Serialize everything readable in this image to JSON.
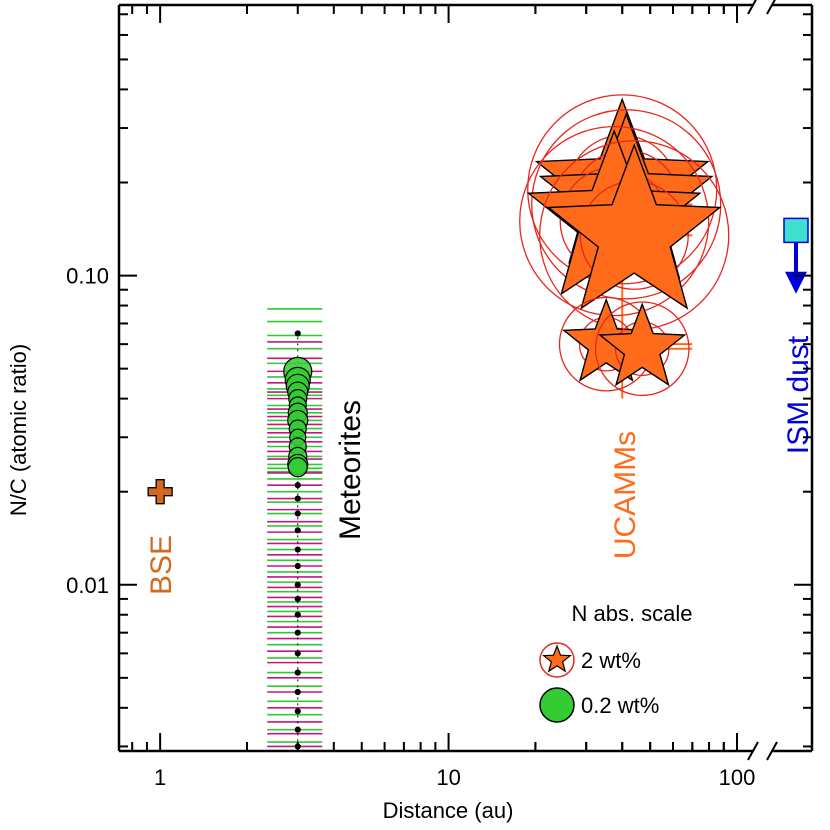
{
  "chart_data": {
    "type": "scatter",
    "xlabel": "Distance (au)",
    "ylabel": "N/C (atomic ratio)",
    "xscale": "log",
    "yscale": "log",
    "xlim": [
      0.72,
      100
    ],
    "ylim": [
      0.0029,
      0.75
    ],
    "x_ticks": [
      {
        "value": 1,
        "label": "1"
      },
      {
        "value": 10,
        "label": "10"
      },
      {
        "value": 100,
        "label": "100"
      }
    ],
    "y_ticks": [
      {
        "value": 0.01,
        "label": "0.01"
      },
      {
        "value": 0.1,
        "label": "0.10"
      }
    ],
    "axis_break_right": true,
    "colors": {
      "bse": "#d2691e",
      "meteorites_green": "#2ecc2e",
      "meteorites_magenta": "#c71585",
      "meteorite_marker": "#33cc33",
      "ucamm": "#ff6b1a",
      "ucamm_circle": "#e8251e",
      "ism_fill": "#40e0d0",
      "ism_arrow": "#0000dd"
    },
    "groups": [
      {
        "name": "BSE",
        "label_color": "#d2691e"
      },
      {
        "name": "Meteorites",
        "label_color": "#000000"
      },
      {
        "name": "UCAMMs",
        "label_color": "#ff6b1a"
      },
      {
        "name": "ISM dust",
        "label_color": "#0000dd"
      }
    ],
    "bse": {
      "x": 1,
      "y": 0.02,
      "marker": "plus"
    },
    "meteorites": {
      "x": 3,
      "x_min": 2.35,
      "x_max": 3.65,
      "green_lines": [
        0.078,
        0.071,
        0.064,
        0.058,
        0.052,
        0.047,
        0.043,
        0.041,
        0.038,
        0.036,
        0.034,
        0.032,
        0.03,
        0.028,
        0.026,
        0.0245,
        0.0238,
        0.0232,
        0.022,
        0.02,
        0.0185,
        0.017,
        0.0155,
        0.014,
        0.013,
        0.012,
        0.011,
        0.0102,
        0.0095,
        0.0088,
        0.0082,
        0.0076,
        0.007,
        0.0064,
        0.0058,
        0.0052,
        0.0047,
        0.0042,
        0.0038,
        0.0034,
        0.0031
      ],
      "magenta_lines": [
        0.061,
        0.054,
        0.049,
        0.045,
        0.042,
        0.04,
        0.037,
        0.035,
        0.033,
        0.031,
        0.029,
        0.027,
        0.0255,
        0.023,
        0.021,
        0.019,
        0.0175,
        0.016,
        0.0148,
        0.0136,
        0.0125,
        0.0115,
        0.0106,
        0.0098,
        0.0091,
        0.0085,
        0.0079,
        0.0073,
        0.0067,
        0.0061,
        0.0056,
        0.005,
        0.0045,
        0.004,
        0.0036,
        0.0033,
        0.003,
        0.0029
      ],
      "points": [
        {
          "y": 0.065,
          "size": 0.1
        },
        {
          "y": 0.049,
          "size": 1.0
        },
        {
          "y": 0.046,
          "size": 0.85
        },
        {
          "y": 0.044,
          "size": 0.75
        },
        {
          "y": 0.042,
          "size": 0.6
        },
        {
          "y": 0.04,
          "size": 0.5
        },
        {
          "y": 0.038,
          "size": 0.45
        },
        {
          "y": 0.036,
          "size": 0.55
        },
        {
          "y": 0.034,
          "size": 0.6
        },
        {
          "y": 0.032,
          "size": 0.45
        },
        {
          "y": 0.03,
          "size": 0.4
        },
        {
          "y": 0.028,
          "size": 0.45
        },
        {
          "y": 0.026,
          "size": 0.5
        },
        {
          "y": 0.0245,
          "size": 0.6
        },
        {
          "y": 0.024,
          "size": 0.55
        },
        {
          "y": 0.021,
          "size": 0.1
        },
        {
          "y": 0.019,
          "size": 0.1
        },
        {
          "y": 0.017,
          "size": 0.1
        },
        {
          "y": 0.015,
          "size": 0.1
        },
        {
          "y": 0.013,
          "size": 0.1
        },
        {
          "y": 0.0115,
          "size": 0.1
        },
        {
          "y": 0.01,
          "size": 0.1
        },
        {
          "y": 0.009,
          "size": 0.1
        },
        {
          "y": 0.008,
          "size": 0.1
        },
        {
          "y": 0.007,
          "size": 0.1
        },
        {
          "y": 0.006,
          "size": 0.1
        },
        {
          "y": 0.0052,
          "size": 0.1
        },
        {
          "y": 0.0045,
          "size": 0.1
        },
        {
          "y": 0.0039,
          "size": 0.1
        },
        {
          "y": 0.0034,
          "size": 0.1
        },
        {
          "y": 0.003,
          "size": 0.1
        }
      ]
    },
    "ucamms": {
      "x": 40,
      "vertical_line": {
        "y_top": 0.1,
        "y_bottom": 0.04
      },
      "points": [
        {
          "y": 0.19,
          "size": 1.0,
          "xerr_max": 70
        },
        {
          "y": 0.17,
          "size": 1.0,
          "xerr_max": 70
        },
        {
          "y": 0.15,
          "size": 1.0,
          "xerr_max": 70
        },
        {
          "y": 0.135,
          "size": 1.0,
          "xerr_max": 70
        },
        {
          "y": 0.06,
          "size": 0.35,
          "xerr_max": 70
        },
        {
          "y": 0.058,
          "size": 0.35,
          "xerr_max": 70
        }
      ]
    },
    "ism": {
      "y": 0.14,
      "upper_limit_arrow_to": 0.09
    },
    "legend": {
      "title": "N abs. scale",
      "entries": [
        {
          "label": "2 wt%",
          "marker": "star-circle"
        },
        {
          "label": "0.2 wt%",
          "marker": "circle"
        }
      ]
    }
  }
}
